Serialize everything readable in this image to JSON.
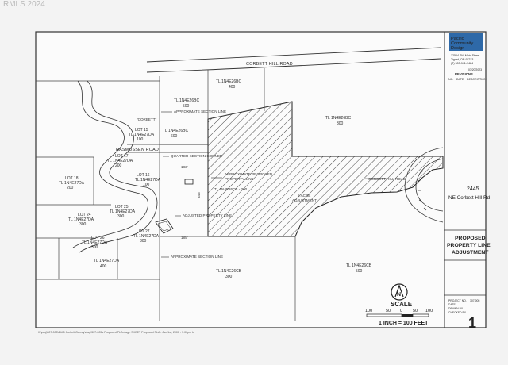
{
  "watermark": "RMLS 2024",
  "company": {
    "name_line1": "Pacific",
    "name_line2": "Community",
    "name_line3": "Design",
    "addr1": "12564 SW Main Street",
    "addr2": "Tigard, OR 97223",
    "phone": "(T) 503-941-9484"
  },
  "revisions": {
    "title": "REVISIONS",
    "col_no": "NO.",
    "col_date": "DATE",
    "col_desc": "DESCRIPTION",
    "stamp": "07/20/2023"
  },
  "project": {
    "number": "2445",
    "street": "NE Corbett Hill Rd"
  },
  "sheet_title": {
    "line1": "PROPOSED",
    "line2": "PROPERTY LINE",
    "line3": "ADJUSTMENT"
  },
  "meta": {
    "project_no_label": "PROJECT NO.",
    "project_no": "307-005",
    "date_label": "DATE",
    "drawn_label": "DRAWN BY",
    "checked_label": "CHECKED BY"
  },
  "sheet_number": "1",
  "scale": {
    "title": "SCALE",
    "ticks": [
      "100",
      "50",
      "0",
      "50",
      "100"
    ],
    "text": "1 INCH = 100 FEET",
    "north": "N"
  },
  "roads": {
    "corbett_top": "CORBETT HILL ROAD",
    "rasmussen": "RASMUSSEN ROAD",
    "corbett_right": "CORBETT HILL ROAD",
    "corbett_quote": "\"CORBETT\""
  },
  "labels": {
    "approx_section_line_1": "APPROXIMATE SECTION LINE",
    "approx_section_line_2": "APPROXIMATE SECTION LINE",
    "quarter_section_corner": "QUARTER SECTION CORNER",
    "approx_proposed_line1": "APPROXIMATE PROPOSED",
    "approx_proposed_line2": "PROPERTY LINE",
    "adjusted_property_line": "ADJUSTED PROPERTY LINE",
    "acre_adj_line1": "5 ACRE",
    "acre_adj_line2": "ADJUSTMENT",
    "dim_top": "183'",
    "dim_bottom": "185'",
    "dim_side": "346'",
    "tl_lot_label": "TL 1N4E26CB - 300"
  },
  "parcels": {
    "tl_2bc_500_a": "TL 1N4E26BC",
    "tl_2bc_500_b": "500",
    "tl_2bc_400_a": "TL 1N4E26BC",
    "tl_2bc_400_b": "400",
    "tl_2bc_300_a": "TL 1N4E26BC",
    "tl_2bc_300_b": "300",
    "tl_2bc_600_a": "TL 1N4E26BC",
    "tl_2bc_600_b": "600",
    "lot15_a": "LOT 15",
    "lot15_b": "TL 1N4E27DA",
    "lot15_c": "100",
    "lot17_a": "LOT 17",
    "lot17_b": "TL 1N4E27DA",
    "lot17_c": "200",
    "lot16_a": "LOT 16",
    "lot16_b": "TL 1N4E27DA",
    "lot16_c": "100",
    "lot18_a": "LOT 18",
    "lot18_b": "TL 1N4E27DA",
    "lot18_c": "200",
    "lot24_a": "LOT 24",
    "lot24_b": "TL 1N4E27DA",
    "lot24_c": "300",
    "lot25_a": "LOT 25",
    "lot25_b": "TL 1N4E27DA",
    "lot25_c": "300",
    "lot26_a": "LOT 26",
    "lot26_b": "TL 1N4E27DA",
    "lot26_c": "300",
    "lot27_a": "LOT 27",
    "lot27_b": "TL 1N4E27DA",
    "lot27_c": "300",
    "tl_27da_400_a": "TL 1N4E27DA",
    "tl_27da_400_b": "400",
    "tl_26cb_300_a": "TL 1N4E26CB",
    "tl_26cb_300_b": "300",
    "tl_26cb_500_a": "TL 1N4E26CB",
    "tl_26cb_500_b": "500"
  },
  "filepath": "K:\\proj\\307-005\\2445 Corbett\\Survey\\dwg\\307-005a Proposed PLA.dwg - SHEET Proposed PLA - Jan 1st, 2000 - 3:00pm kt"
}
